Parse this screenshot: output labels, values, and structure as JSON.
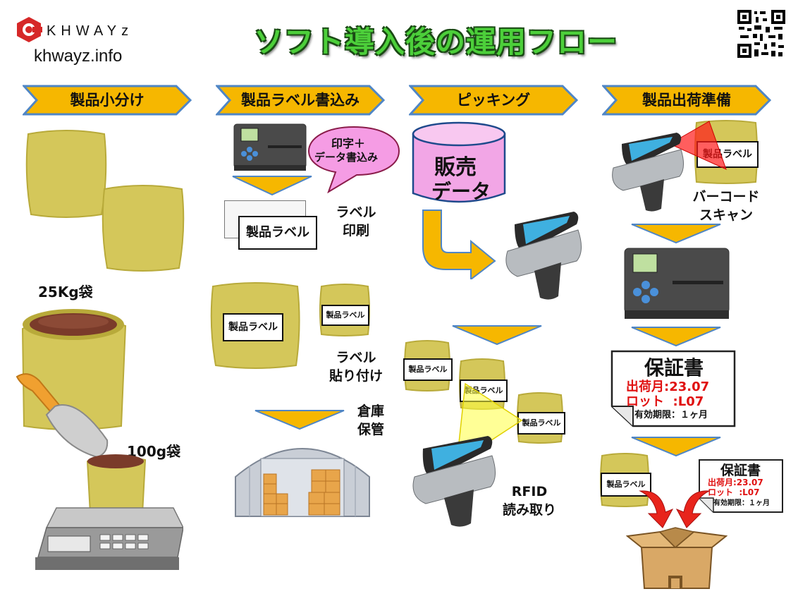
{
  "header": {
    "logo_text": "KHWAYz",
    "website": "khwayz.info",
    "title": "ソフト導入後の運用フロー"
  },
  "steps": [
    {
      "label": "製品小分け"
    },
    {
      "label": "製品ラベル書込み"
    },
    {
      "label": "ピッキング"
    },
    {
      "label": "製品出荷準備"
    }
  ],
  "col1": {
    "bag_25kg": "25Kg袋",
    "bag_100g": "100g袋"
  },
  "col2": {
    "bubble_line1": "印字＋",
    "bubble_line2": "データ書込み",
    "print_line1": "ラベル",
    "print_line2": "印刷",
    "stick_line1": "ラベル",
    "stick_line2": "貼り付け",
    "store_line1": "倉庫",
    "store_line2": "保管"
  },
  "col3": {
    "db_line1": "販売",
    "db_line2": "データ",
    "rfid_line1": "RFID",
    "rfid_line2": "読み取り"
  },
  "col4": {
    "scan_line1": "バーコード",
    "scan_line2": "スキャン",
    "cert_title": "保証書",
    "cert_ship": "出荷月:23.07",
    "cert_lot": "ロット  :L07",
    "cert_valid": "有効期限：１ヶ月"
  },
  "product_label": "製品ラベル",
  "colors": {
    "step_arrow": "#f6b700",
    "step_arrow_border": "#4f86c6",
    "bag": "#d4c75a",
    "down_arrow": "#f6b700",
    "db": "#f2a6e6",
    "bubble": "#f59ce4",
    "red": "#e01010",
    "title_green": "#4ccf3a"
  }
}
